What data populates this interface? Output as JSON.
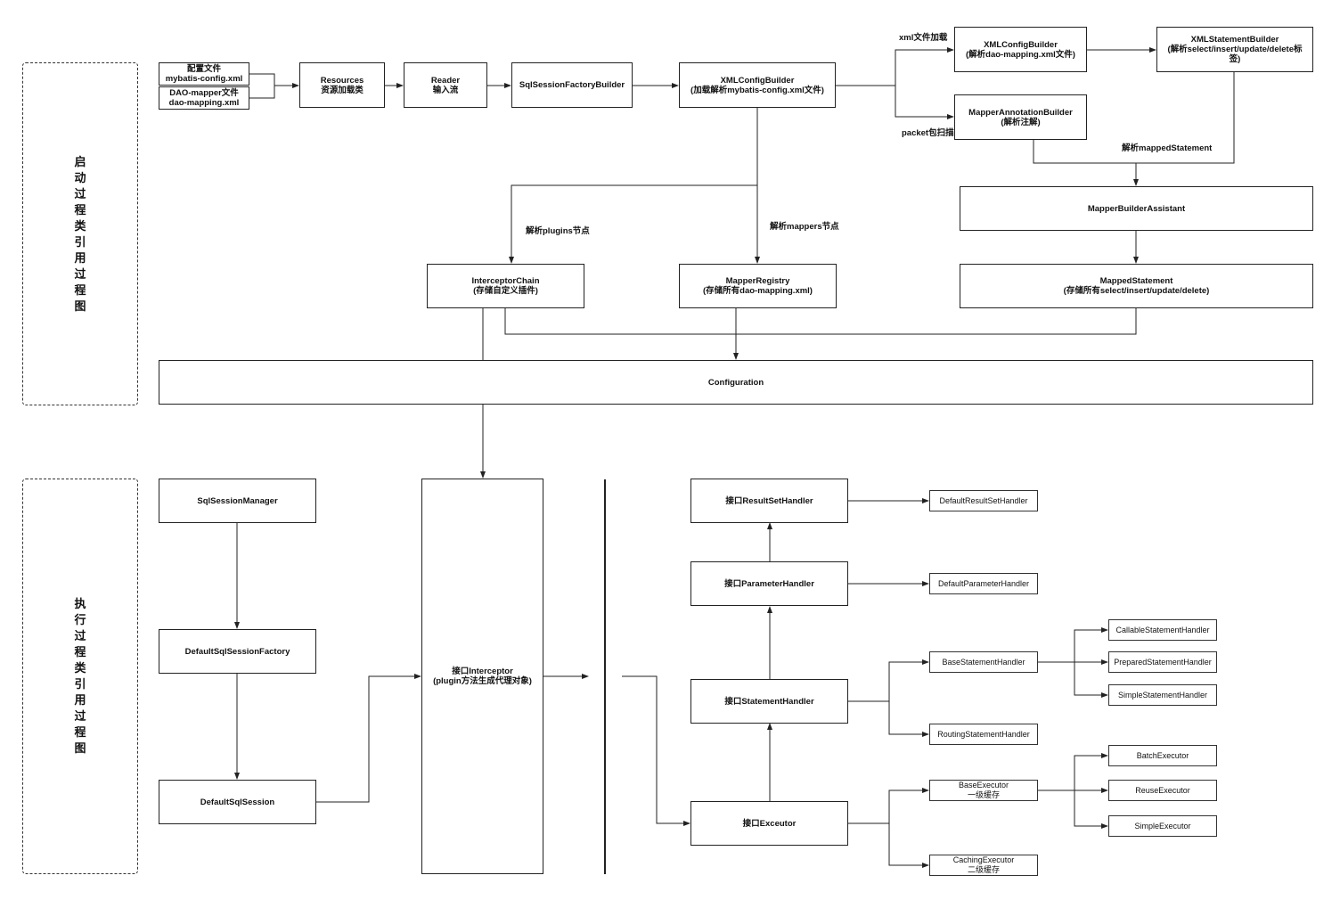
{
  "sections": {
    "startup": "启动过程类引用过程图",
    "execution": "执行过程类引用过程图"
  },
  "startup": {
    "config_file": {
      "line1": "配置文件",
      "line2": "mybatis-config.xml"
    },
    "mapper_file": {
      "line1": "DAO-mapper文件",
      "line2": "dao-mapping.xml"
    },
    "resources": {
      "line1": "Resources",
      "line2": "资源加载类"
    },
    "reader": {
      "line1": "Reader",
      "line2": "输入流"
    },
    "factory_builder": {
      "line1": "SqlSessionFactoryBuilder"
    },
    "xml_config_builder_main": {
      "line1": "XMLConfigBuilder",
      "line2": "(加载解析mybatis-config.xml文件)"
    },
    "xml_config_builder_mapper": {
      "line1": "XMLConfigBuilder",
      "line2": "(解析dao-mapping.xml文件)"
    },
    "xml_statement_builder": {
      "line1": "XMLStatementBuilder",
      "line2": "(解析select/insert/update/delete标",
      "line3": "签)"
    },
    "mapper_annotation_builder": {
      "line1": "MapperAnnotationBuilder",
      "line2": "(解析注解)"
    },
    "mapper_builder_assistant": {
      "line1": "MapperBuilderAssistant"
    },
    "interceptor_chain": {
      "line1": "InterceptorChain",
      "line2": "(存储自定义插件)"
    },
    "mapper_registry": {
      "line1": "MapperRegistry",
      "line2": "(存储所有dao-mapping.xml)"
    },
    "mapped_statement": {
      "line1": "MappedStatement",
      "line2": "(存储所有select/insert/update/delete)"
    },
    "configuration": {
      "line1": "Configuration"
    },
    "labels": {
      "xml_load": "xml文件加载",
      "packet_scan": "packet包扫描",
      "parse_mapped_statement": "解析mappedStatement",
      "parse_plugins": "解析plugins节点",
      "parse_mappers": "解析mappers节点"
    }
  },
  "execution": {
    "session_manager": {
      "line1": "SqlSessionManager"
    },
    "default_factory": {
      "line1": "DefaultSqlSessionFactory"
    },
    "default_session": {
      "line1": "DefaultSqlSession"
    },
    "interceptor": {
      "line1": "接口Interceptor",
      "line2": "(plugin方法生成代理对象)"
    },
    "result_set_handler": {
      "line1": "接口ResultSetHandler"
    },
    "parameter_handler": {
      "line1": "接口ParameterHandler"
    },
    "statement_handler": {
      "line1": "接口StatementHandler"
    },
    "executor": {
      "line1": "接口Exceutor"
    },
    "default_result_set_handler": {
      "line1": "DefaultResultSetHandler"
    },
    "default_parameter_handler": {
      "line1": "DefaultParameterHandler"
    },
    "base_statement_handler": {
      "line1": "BaseStatementHandler"
    },
    "routing_statement_handler": {
      "line1": "RoutingStatementHandler"
    },
    "callable_statement_handler": {
      "line1": "CallableStatementHandler"
    },
    "prepared_statement_handler": {
      "line1": "PreparedStatementHandler"
    },
    "simple_statement_handler": {
      "line1": "SimpleStatementHandler"
    },
    "base_executor": {
      "line1": "BaseExecutor",
      "line2": "一级缓存"
    },
    "caching_executor": {
      "line1": "CachingExecutor",
      "line2": "二级缓存"
    },
    "batch_executor": {
      "line1": "BatchExecutor"
    },
    "reuse_executor": {
      "line1": "ReuseExecutor"
    },
    "simple_executor": {
      "line1": "SimpleExecutor"
    }
  }
}
